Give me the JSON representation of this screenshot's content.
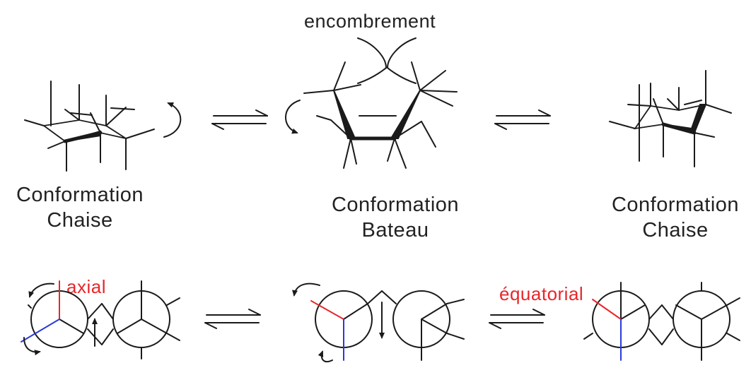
{
  "labels": {
    "steric": "encombrement",
    "chair_left": [
      "Conformation",
      "Chaise"
    ],
    "boat": [
      "Conformation",
      "Bateau"
    ],
    "chair_right": [
      "Conformation",
      "Chaise"
    ],
    "axial": "axial",
    "equatorial": "équatorial"
  },
  "colors": {
    "line": "#1a1a1a",
    "axial_bond": "#e8262b",
    "equatorial_bond": "#2b3bd6",
    "annotation_text": "#e8262b"
  }
}
